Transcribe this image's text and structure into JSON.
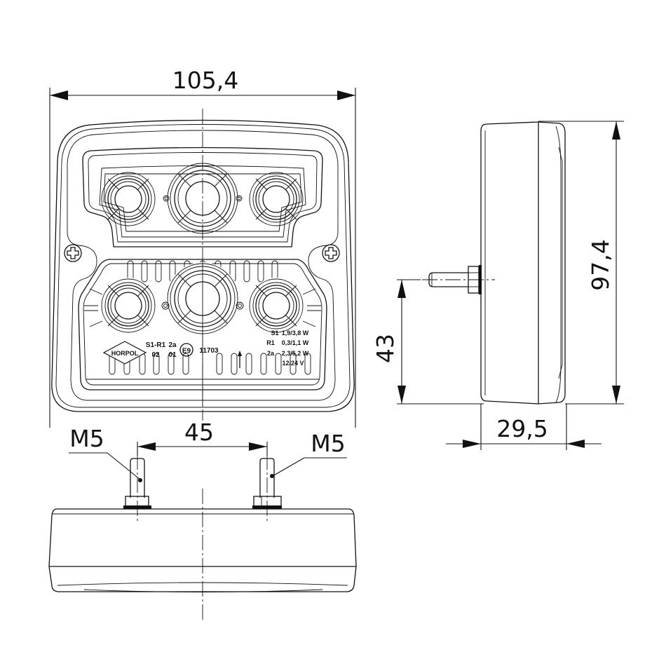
{
  "drawing": {
    "title": "Rear lamp technical drawing",
    "line_color": "#111111",
    "background": "#ffffff",
    "views": {
      "front": {
        "dimension_width": "105,4"
      },
      "side": {
        "dimension_height": "97,4",
        "dimension_stud_height": "43",
        "dimension_depth": "29,5"
      },
      "bottom": {
        "dimension_stud_spacing": "45",
        "stud_left_thread": "M5",
        "stud_right_thread": "M5"
      }
    },
    "markings": {
      "brand": "HORPOL",
      "function_codes_line1": "S1-R1",
      "function_codes_line2": "02",
      "code_2a_line1": "2a",
      "code_2a_line2": "01",
      "approval_mark": "E9",
      "approval_number": "11703",
      "ratings": [
        {
          "code": "S1",
          "value": "1,9/3,8 W"
        },
        {
          "code": "R1",
          "value": "0,3/1,1 W"
        },
        {
          "code": "2a",
          "value": "2,3/5,2 W"
        }
      ],
      "voltage": "12/24 V"
    }
  }
}
